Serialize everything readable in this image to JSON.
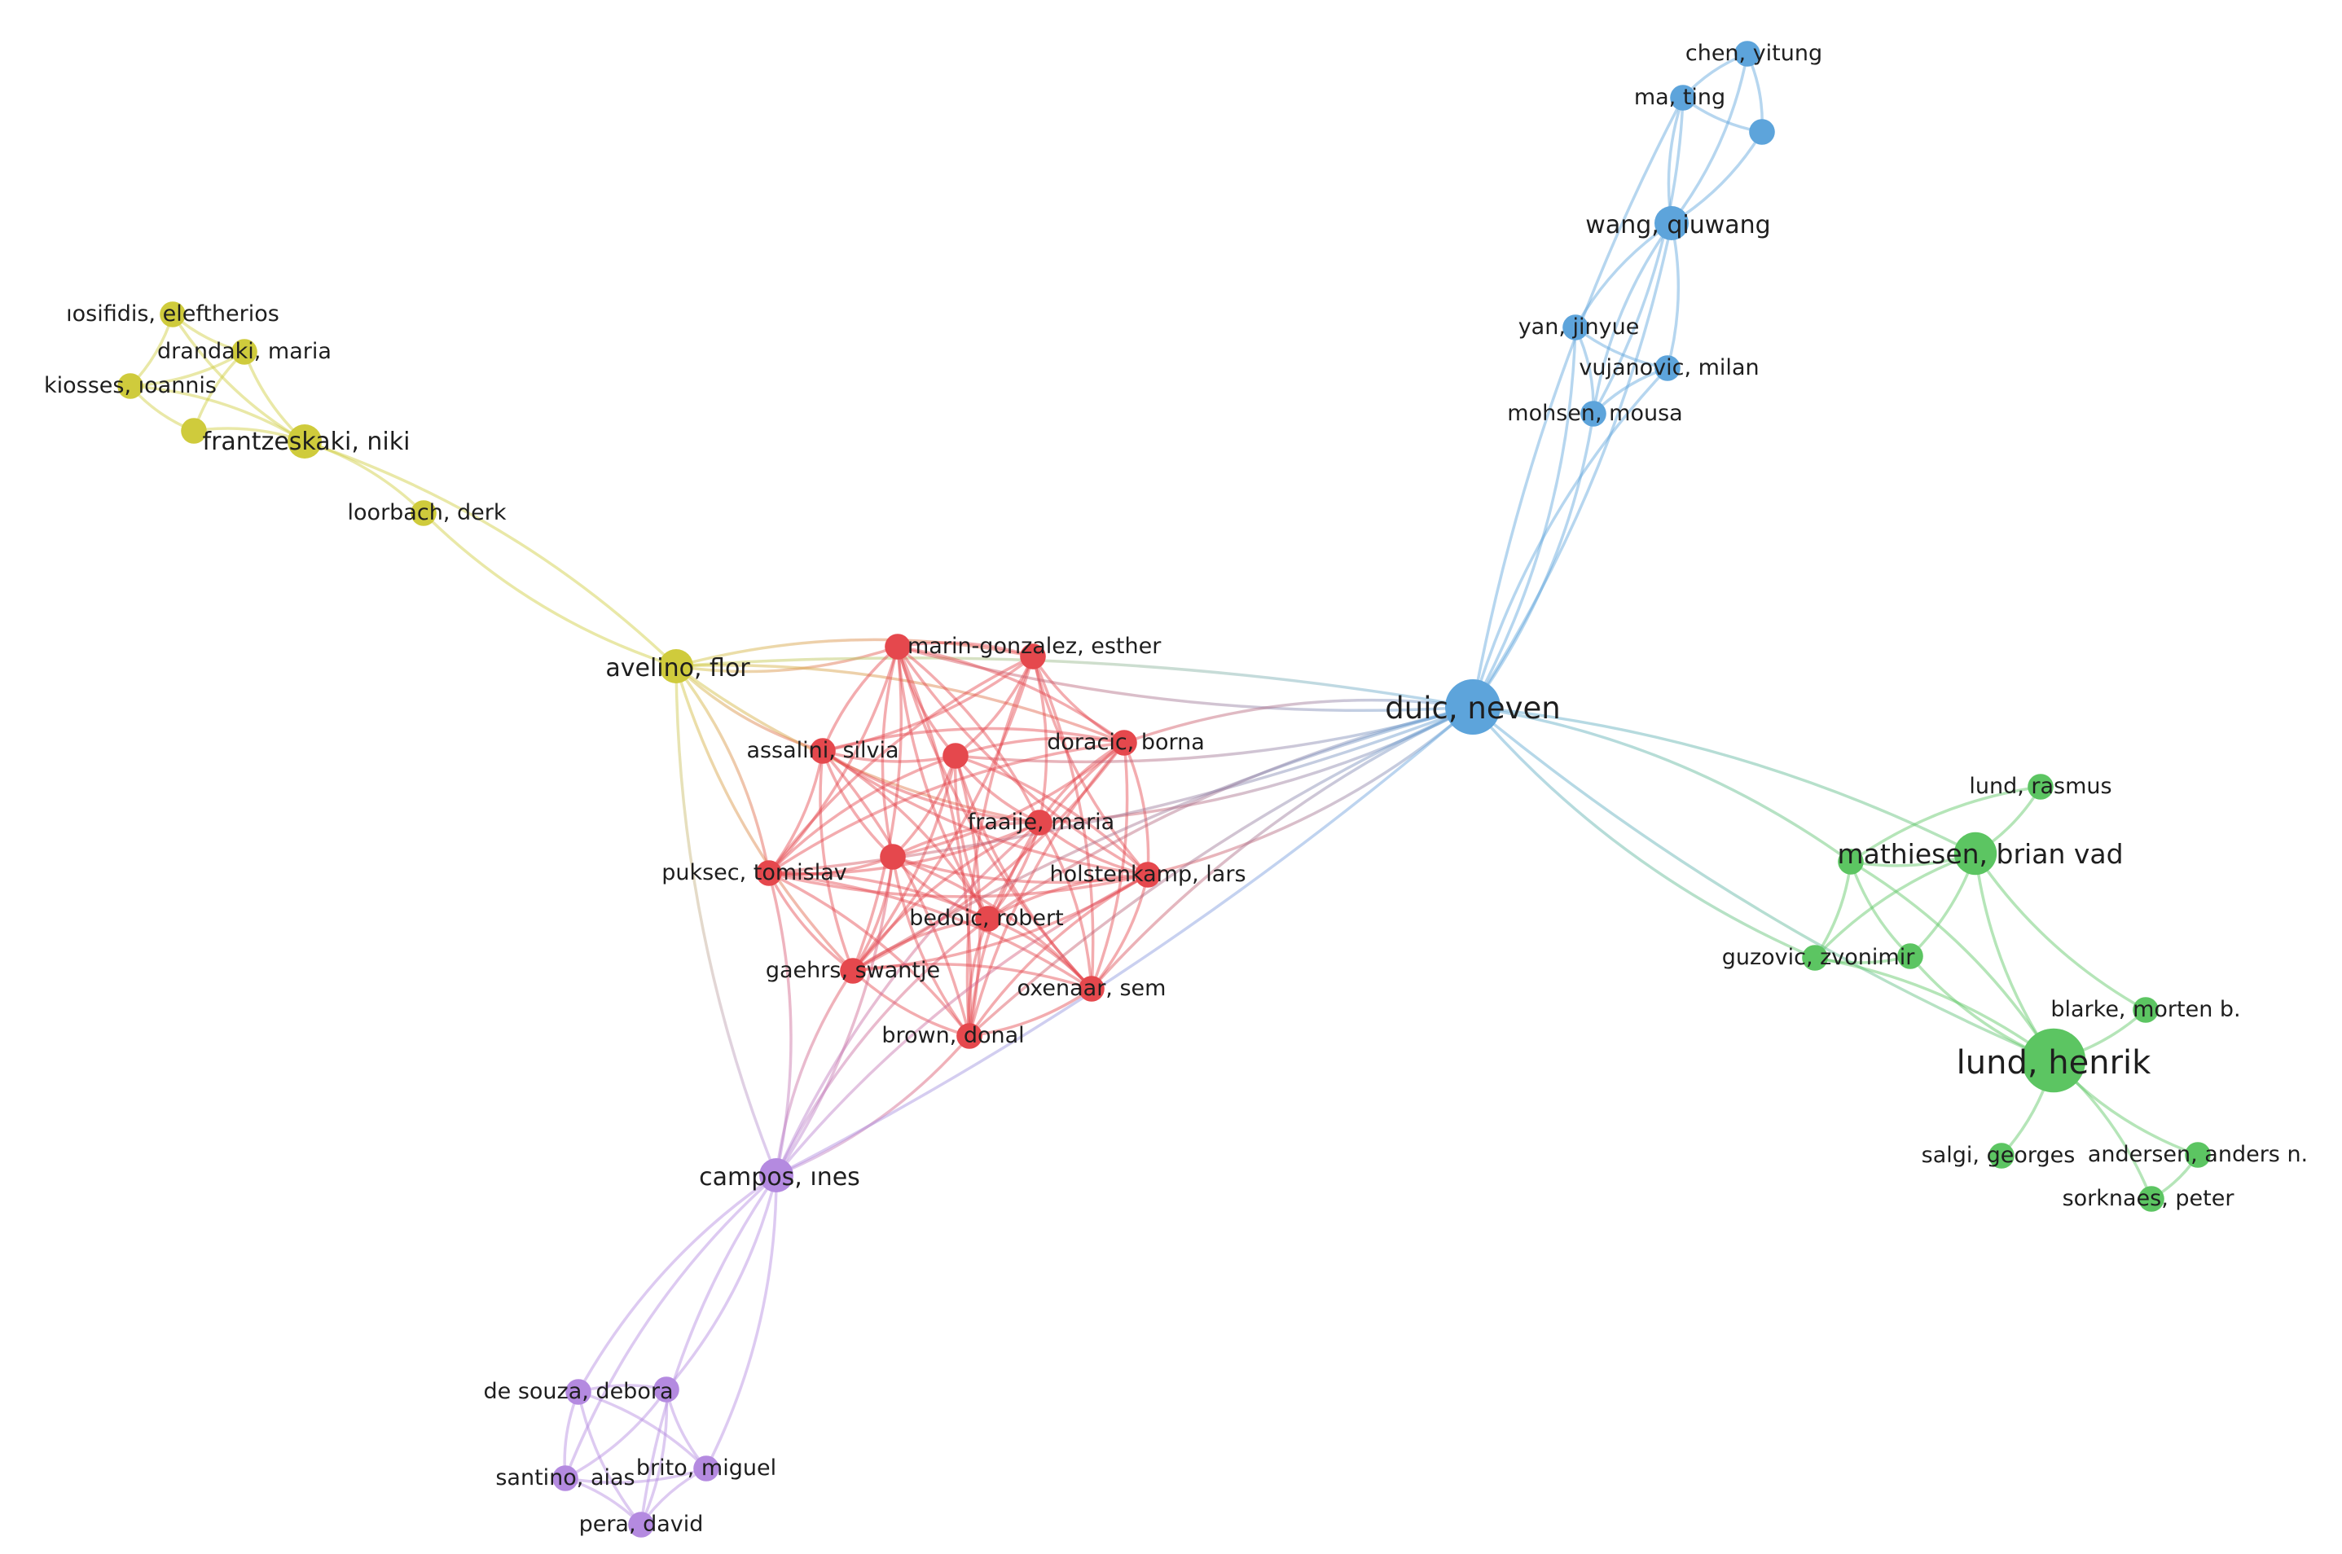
{
  "clusters": {
    "red": {
      "color": "#E5484D"
    },
    "yellow": {
      "color": "#CFCB3C"
    },
    "blue": {
      "color": "#5DA4DB"
    },
    "green": {
      "color": "#5CC562"
    },
    "purple": {
      "color": "#B48AE0"
    }
  },
  "nodes": [
    {
      "id": "duic",
      "label": "duic, neven",
      "cluster": "blue",
      "weight": 10
    },
    {
      "id": "wang",
      "label": "wang, qiuwang",
      "cluster": "blue",
      "weight": 5
    },
    {
      "id": "chen",
      "label": "chen, yitung",
      "cluster": "blue",
      "weight": 3
    },
    {
      "id": "ma",
      "label": "ma, ting",
      "cluster": "blue",
      "weight": 3
    },
    {
      "id": "blue_unlabeled",
      "label": "",
      "cluster": "blue",
      "weight": 3
    },
    {
      "id": "yan",
      "label": "yan, jinyue",
      "cluster": "blue",
      "weight": 3
    },
    {
      "id": "vujanovic",
      "label": "vujanovic, milan",
      "cluster": "blue",
      "weight": 3
    },
    {
      "id": "mohsen",
      "label": "mohsen, mousa",
      "cluster": "blue",
      "weight": 3
    },
    {
      "id": "iosifidis",
      "label": "ıosifidis, eleftherios",
      "cluster": "yellow",
      "weight": 3
    },
    {
      "id": "drandaki",
      "label": "drandaki, maria",
      "cluster": "yellow",
      "weight": 3
    },
    {
      "id": "kiosses",
      "label": "kiosses, ıoannis",
      "cluster": "yellow",
      "weight": 3
    },
    {
      "id": "yellow_unlabeled",
      "label": "",
      "cluster": "yellow",
      "weight": 3
    },
    {
      "id": "frantzeskaki",
      "label": "frantzeskaki, niki",
      "cluster": "yellow",
      "weight": 5
    },
    {
      "id": "loorbach",
      "label": "loorbach, derk",
      "cluster": "yellow",
      "weight": 3
    },
    {
      "id": "avelino",
      "label": "avelino, flor",
      "cluster": "yellow",
      "weight": 5
    },
    {
      "id": "marin",
      "label": "marin-gonzalez, esther",
      "cluster": "red",
      "weight": 3
    },
    {
      "id": "red_unlabeled_a",
      "label": "",
      "cluster": "red",
      "weight": 3
    },
    {
      "id": "assalini",
      "label": "assalini, silvia",
      "cluster": "red",
      "weight": 3
    },
    {
      "id": "red_unlabeled_b",
      "label": "",
      "cluster": "red",
      "weight": 3
    },
    {
      "id": "doracic",
      "label": "doracic, borna",
      "cluster": "red",
      "weight": 3
    },
    {
      "id": "fraaije",
      "label": "fraaije, maria",
      "cluster": "red",
      "weight": 3
    },
    {
      "id": "red_unlabeled_c",
      "label": "",
      "cluster": "red",
      "weight": 3
    },
    {
      "id": "puksec",
      "label": "puksec, tomislav",
      "cluster": "red",
      "weight": 3
    },
    {
      "id": "holstenkamp",
      "label": "holstenkamp, lars",
      "cluster": "red",
      "weight": 3
    },
    {
      "id": "bedoic",
      "label": "bedoic, robert",
      "cluster": "red",
      "weight": 3
    },
    {
      "id": "gaehrs",
      "label": "gaehrs, swantje",
      "cluster": "red",
      "weight": 3
    },
    {
      "id": "oxenaar",
      "label": "oxenaar, sem",
      "cluster": "red",
      "weight": 3
    },
    {
      "id": "brown",
      "label": "brown, donal",
      "cluster": "red",
      "weight": 3
    },
    {
      "id": "lundr",
      "label": "lund, rasmus",
      "cluster": "green",
      "weight": 3
    },
    {
      "id": "mathiesen",
      "label": "mathiesen, brian vad",
      "cluster": "green",
      "weight": 7
    },
    {
      "id": "green_unlabeled_a",
      "label": "",
      "cluster": "green",
      "weight": 3
    },
    {
      "id": "guzovic",
      "label": "guzovic, zvonimir",
      "cluster": "green",
      "weight": 3
    },
    {
      "id": "green_unlabeled_b",
      "label": "",
      "cluster": "green",
      "weight": 3
    },
    {
      "id": "blarke",
      "label": "blarke, morten b.",
      "cluster": "green",
      "weight": 3
    },
    {
      "id": "lundh",
      "label": "lund, henrik",
      "cluster": "green",
      "weight": 12
    },
    {
      "id": "salgi",
      "label": "salgi, georges",
      "cluster": "green",
      "weight": 3
    },
    {
      "id": "andersen",
      "label": "andersen, anders n.",
      "cluster": "green",
      "weight": 3
    },
    {
      "id": "sorknaes",
      "label": "sorknaes, peter",
      "cluster": "green",
      "weight": 3
    },
    {
      "id": "campos",
      "label": "campos, ınes",
      "cluster": "purple",
      "weight": 5
    },
    {
      "id": "desouza",
      "label": "de souza, debora",
      "cluster": "purple",
      "weight": 3
    },
    {
      "id": "purple_unlabeled",
      "label": "",
      "cluster": "purple",
      "weight": 3
    },
    {
      "id": "santino",
      "label": "santino, aias",
      "cluster": "purple",
      "weight": 3
    },
    {
      "id": "brito",
      "label": "brito, miguel",
      "cluster": "purple",
      "weight": 3
    },
    {
      "id": "pera",
      "label": "pera, david",
      "cluster": "purple",
      "weight": 3
    }
  ],
  "edges": [
    [
      "chen",
      "ma"
    ],
    [
      "chen",
      "blue_unlabeled"
    ],
    [
      "ma",
      "blue_unlabeled"
    ],
    [
      "chen",
      "wang"
    ],
    [
      "ma",
      "wang"
    ],
    [
      "blue_unlabeled",
      "wang"
    ],
    [
      "wang",
      "yan"
    ],
    [
      "wang",
      "vujanovic"
    ],
    [
      "wang",
      "mohsen"
    ],
    [
      "wang",
      "duic"
    ],
    [
      "ma",
      "duic"
    ],
    [
      "ma",
      "mohsen"
    ],
    [
      "yan",
      "vujanovic"
    ],
    [
      "yan",
      "mohsen"
    ],
    [
      "vujanovic",
      "mohsen"
    ],
    [
      "yan",
      "duic"
    ],
    [
      "vujanovic",
      "duic"
    ],
    [
      "mohsen",
      "duic"
    ],
    [
      "iosifidis",
      "drandaki"
    ],
    [
      "iosifidis",
      "kiosses"
    ],
    [
      "iosifidis",
      "frantzeskaki"
    ],
    [
      "drandaki",
      "kiosses"
    ],
    [
      "drandaki",
      "frantzeskaki"
    ],
    [
      "kiosses",
      "frantzeskaki"
    ],
    [
      "kiosses",
      "yellow_unlabeled"
    ],
    [
      "yellow_unlabeled",
      "frantzeskaki"
    ],
    [
      "drandaki",
      "yellow_unlabeled"
    ],
    [
      "frantzeskaki",
      "avelino"
    ],
    [
      "loorbach",
      "avelino"
    ],
    [
      "frantzeskaki",
      "loorbach"
    ],
    [
      "avelino",
      "marin"
    ],
    [
      "avelino",
      "red_unlabeled_a"
    ],
    [
      "avelino",
      "assalini"
    ],
    [
      "avelino",
      "puksec"
    ],
    [
      "avelino",
      "gaehrs"
    ],
    [
      "avelino",
      "duic"
    ],
    [
      "avelino",
      "campos"
    ],
    [
      "avelino",
      "doracic"
    ],
    [
      "avelino",
      "fraaije"
    ],
    [
      "marin",
      "red_unlabeled_a"
    ],
    [
      "marin",
      "assalini"
    ],
    [
      "marin",
      "doracic"
    ],
    [
      "marin",
      "red_unlabeled_b"
    ],
    [
      "marin",
      "fraaije"
    ],
    [
      "marin",
      "holstenkamp"
    ],
    [
      "marin",
      "puksec"
    ],
    [
      "marin",
      "bedoic"
    ],
    [
      "marin",
      "gaehrs"
    ],
    [
      "marin",
      "oxenaar"
    ],
    [
      "marin",
      "brown"
    ],
    [
      "marin",
      "red_unlabeled_c"
    ],
    [
      "red_unlabeled_a",
      "assalini"
    ],
    [
      "red_unlabeled_a",
      "doracic"
    ],
    [
      "red_unlabeled_a",
      "fraaije"
    ],
    [
      "red_unlabeled_a",
      "puksec"
    ],
    [
      "red_unlabeled_a",
      "gaehrs"
    ],
    [
      "red_unlabeled_a",
      "holstenkamp"
    ],
    [
      "red_unlabeled_a",
      "oxenaar"
    ],
    [
      "red_unlabeled_a",
      "brown"
    ],
    [
      "red_unlabeled_a",
      "red_unlabeled_b"
    ],
    [
      "assalini",
      "red_unlabeled_b"
    ],
    [
      "assalini",
      "puksec"
    ],
    [
      "assalini",
      "fraaije"
    ],
    [
      "assalini",
      "bedoic"
    ],
    [
      "assalini",
      "gaehrs"
    ],
    [
      "assalini",
      "brown"
    ],
    [
      "assalini",
      "holstenkamp"
    ],
    [
      "assalini",
      "doracic"
    ],
    [
      "assalini",
      "red_unlabeled_c"
    ],
    [
      "red_unlabeled_b",
      "doracic"
    ],
    [
      "red_unlabeled_b",
      "fraaije"
    ],
    [
      "red_unlabeled_b",
      "red_unlabeled_c"
    ],
    [
      "red_unlabeled_b",
      "puksec"
    ],
    [
      "red_unlabeled_b",
      "holstenkamp"
    ],
    [
      "red_unlabeled_b",
      "bedoic"
    ],
    [
      "red_unlabeled_b",
      "gaehrs"
    ],
    [
      "red_unlabeled_b",
      "oxenaar"
    ],
    [
      "red_unlabeled_b",
      "brown"
    ],
    [
      "doracic",
      "fraaije"
    ],
    [
      "doracic",
      "holstenkamp"
    ],
    [
      "doracic",
      "bedoic"
    ],
    [
      "doracic",
      "oxenaar"
    ],
    [
      "doracic",
      "puksec"
    ],
    [
      "doracic",
      "gaehrs"
    ],
    [
      "doracic",
      "brown"
    ],
    [
      "doracic",
      "red_unlabeled_c"
    ],
    [
      "fraaije",
      "red_unlabeled_c"
    ],
    [
      "fraaije",
      "puksec"
    ],
    [
      "fraaije",
      "holstenkamp"
    ],
    [
      "fraaije",
      "bedoic"
    ],
    [
      "fraaije",
      "gaehrs"
    ],
    [
      "fraaije",
      "oxenaar"
    ],
    [
      "fraaije",
      "brown"
    ],
    [
      "red_unlabeled_c",
      "puksec"
    ],
    [
      "red_unlabeled_c",
      "bedoic"
    ],
    [
      "red_unlabeled_c",
      "gaehrs"
    ],
    [
      "red_unlabeled_c",
      "holstenkamp"
    ],
    [
      "red_unlabeled_c",
      "oxenaar"
    ],
    [
      "red_unlabeled_c",
      "brown"
    ],
    [
      "puksec",
      "bedoic"
    ],
    [
      "puksec",
      "gaehrs"
    ],
    [
      "puksec",
      "brown"
    ],
    [
      "puksec",
      "holstenkamp"
    ],
    [
      "puksec",
      "oxenaar"
    ],
    [
      "holstenkamp",
      "bedoic"
    ],
    [
      "holstenkamp",
      "oxenaar"
    ],
    [
      "holstenkamp",
      "brown"
    ],
    [
      "holstenkamp",
      "gaehrs"
    ],
    [
      "bedoic",
      "gaehrs"
    ],
    [
      "bedoic",
      "oxenaar"
    ],
    [
      "bedoic",
      "brown"
    ],
    [
      "gaehrs",
      "oxenaar"
    ],
    [
      "gaehrs",
      "brown"
    ],
    [
      "oxenaar",
      "brown"
    ],
    [
      "marin",
      "duic"
    ],
    [
      "doracic",
      "duic"
    ],
    [
      "holstenkamp",
      "duic"
    ],
    [
      "oxenaar",
      "duic"
    ],
    [
      "fraaije",
      "duic"
    ],
    [
      "brown",
      "duic"
    ],
    [
      "puksec",
      "duic"
    ],
    [
      "bedoic",
      "duic"
    ],
    [
      "red_unlabeled_b",
      "duic"
    ],
    [
      "gaehrs",
      "duic"
    ],
    [
      "campos",
      "puksec"
    ],
    [
      "campos",
      "gaehrs"
    ],
    [
      "campos",
      "brown"
    ],
    [
      "campos",
      "bedoic"
    ],
    [
      "campos",
      "red_unlabeled_c"
    ],
    [
      "campos",
      "fraaije"
    ],
    [
      "campos",
      "duic"
    ],
    [
      "campos",
      "holstenkamp"
    ],
    [
      "campos",
      "desouza"
    ],
    [
      "campos",
      "purple_unlabeled"
    ],
    [
      "campos",
      "santino"
    ],
    [
      "campos",
      "brito"
    ],
    [
      "campos",
      "pera"
    ],
    [
      "desouza",
      "purple_unlabeled"
    ],
    [
      "desouza",
      "santino"
    ],
    [
      "desouza",
      "brito"
    ],
    [
      "desouza",
      "pera"
    ],
    [
      "purple_unlabeled",
      "santino"
    ],
    [
      "purple_unlabeled",
      "brito"
    ],
    [
      "purple_unlabeled",
      "pera"
    ],
    [
      "santino",
      "brito"
    ],
    [
      "santino",
      "pera"
    ],
    [
      "brito",
      "pera"
    ],
    [
      "duic",
      "mathiesen"
    ],
    [
      "duic",
      "lundh"
    ],
    [
      "duic",
      "green_unlabeled_a"
    ],
    [
      "duic",
      "guzovic"
    ],
    [
      "lundr",
      "mathiesen"
    ],
    [
      "lundr",
      "green_unlabeled_a"
    ],
    [
      "mathiesen",
      "green_unlabeled_a"
    ],
    [
      "mathiesen",
      "guzovic"
    ],
    [
      "mathiesen",
      "green_unlabeled_b"
    ],
    [
      "mathiesen",
      "lundh"
    ],
    [
      "green_unlabeled_a",
      "guzovic"
    ],
    [
      "green_unlabeled_a",
      "green_unlabeled_b"
    ],
    [
      "green_unlabeled_a",
      "lundh"
    ],
    [
      "guzovic",
      "green_unlabeled_b"
    ],
    [
      "guzovic",
      "lundh"
    ],
    [
      "green_unlabeled_b",
      "lundh"
    ],
    [
      "blarke",
      "lundh"
    ],
    [
      "salgi",
      "lundh"
    ],
    [
      "andersen",
      "lundh"
    ],
    [
      "sorknaes",
      "lundh"
    ],
    [
      "andersen",
      "sorknaes"
    ],
    [
      "mathiesen",
      "blarke"
    ]
  ]
}
